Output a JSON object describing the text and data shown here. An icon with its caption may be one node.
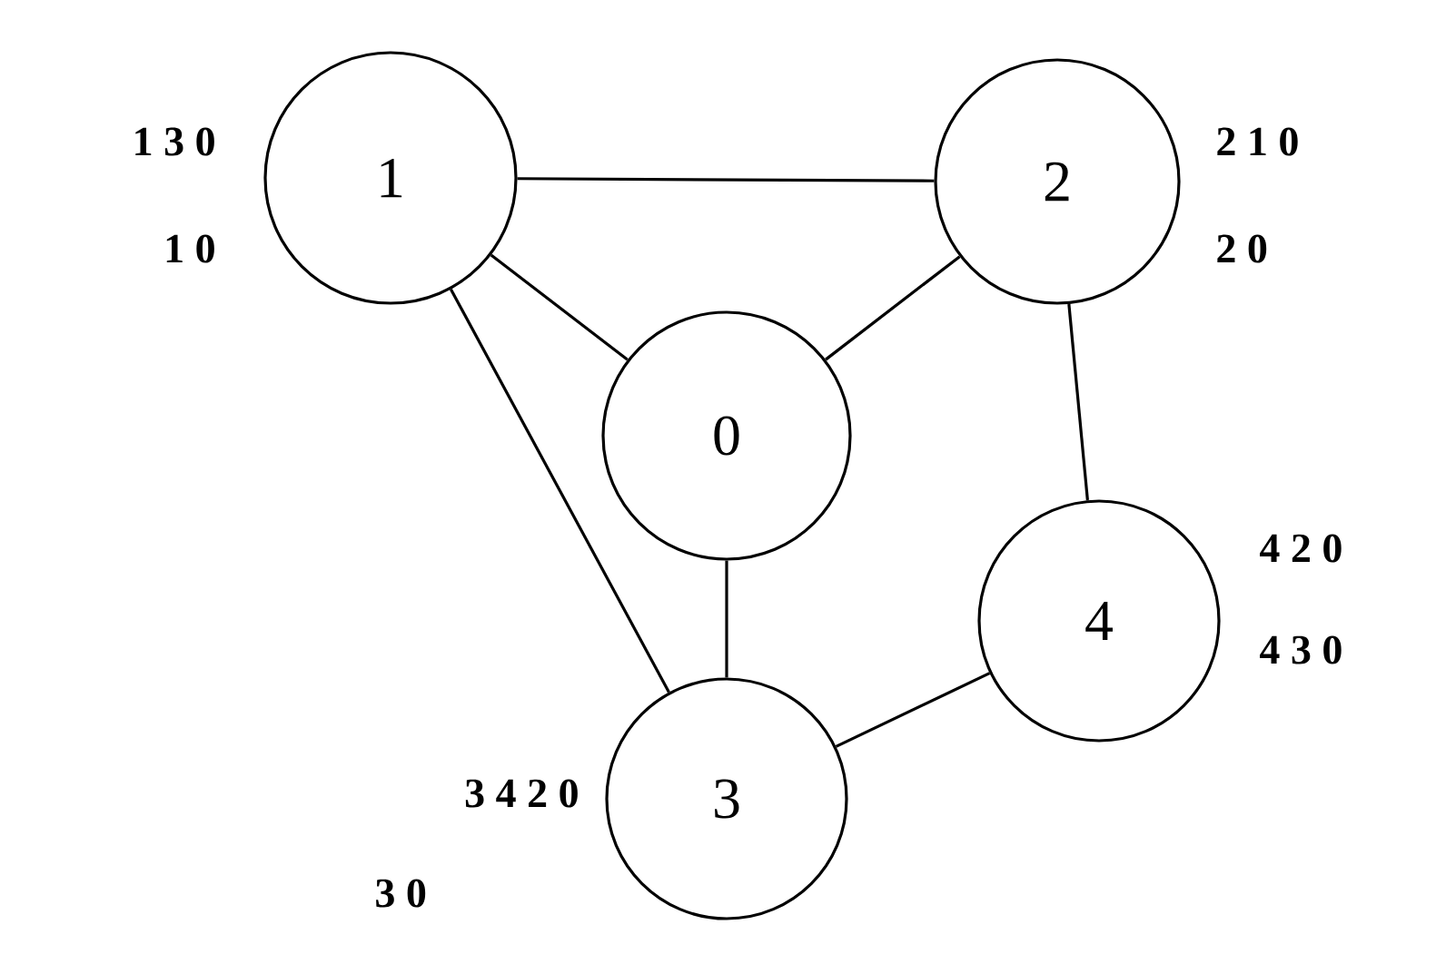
{
  "diagram": {
    "nodes": [
      {
        "text": [
          "1"
        ],
        "beside": [
          "1 3 0",
          "1 0"
        ]
      },
      {
        "text": [
          "2"
        ],
        "beside": [
          "2 1 0",
          "2 0"
        ]
      },
      {
        "text": [
          "0"
        ]
      },
      {
        "text": [
          "4"
        ],
        "beside": [
          "4 2 0",
          "4 3 0"
        ]
      },
      {
        "text": [
          "3"
        ],
        "beside": [
          "3 4 2 0",
          "3 0"
        ]
      }
    ],
    "edges": [
      {
        "from": 0,
        "to": 1,
        "arrow": "none"
      },
      {
        "from": 0,
        "to": 2,
        "arrow": "none"
      },
      {
        "from": 1,
        "to": 2,
        "arrow": "none"
      },
      {
        "from": 1,
        "to": 3,
        "arrow": "none"
      },
      {
        "from": 0,
        "to": 4,
        "arrow": "none"
      },
      {
        "from": 2,
        "to": 4,
        "arrow": "none"
      },
      {
        "from": 3,
        "to": 4,
        "arrow": "none"
      }
    ]
  }
}
